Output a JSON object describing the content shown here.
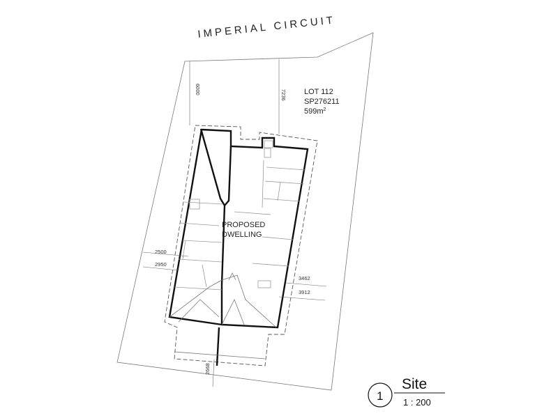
{
  "street_name": "IMPERIAL CIRCUIT",
  "lot": {
    "line1": "LOT 112",
    "line2": "SP276211",
    "area_value": "599m",
    "area_sup": "2"
  },
  "building_label": {
    "line1": "PROPOSED",
    "line2": "DWELLING"
  },
  "dimensions": {
    "front_left": "6000",
    "front_right": "7236",
    "left_inner": "2500",
    "left_outer": "2950",
    "right_inner": "3462",
    "right_outer": "3912",
    "rear": "2668"
  },
  "title_block": {
    "number": "1",
    "title": "Site",
    "scale": "1 : 200"
  }
}
